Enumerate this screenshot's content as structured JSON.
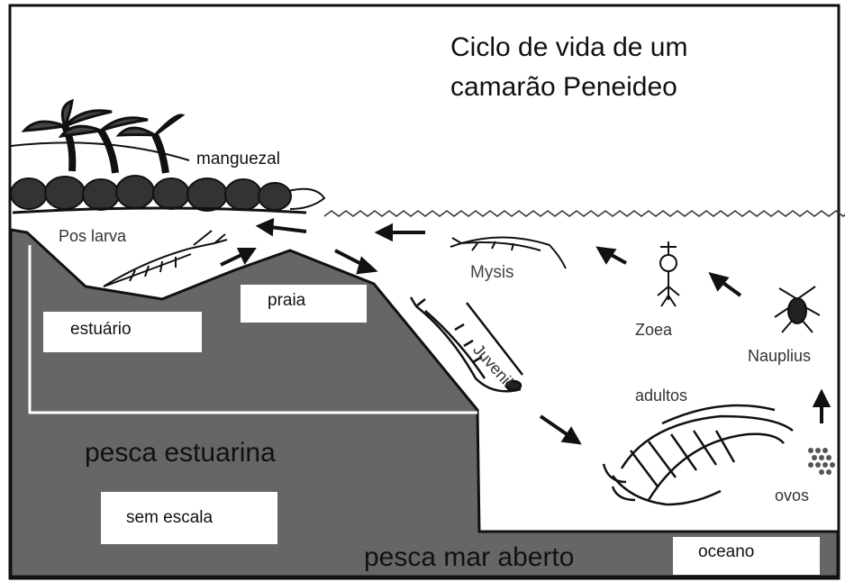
{
  "title": {
    "line1": "Ciclo de vida de um",
    "line2": "camarão Peneideo"
  },
  "stages": {
    "mangrove": "manguezal",
    "postlarva": "Pos larva",
    "mysis": "Mysis",
    "zoea": "Zoea",
    "nauplius": "Nauplius",
    "juvenile": "Juvenil",
    "adults": "adultos",
    "eggs": "ovos"
  },
  "places": {
    "beach": "praia",
    "estuary": "estuário",
    "ocean": "oceano",
    "scale": "sem escala"
  },
  "fisheries": {
    "estuarine": "pesca estuarina",
    "open_sea": "pesca mar aberto"
  },
  "colors": {
    "ground": "#666666",
    "ink": "#111111",
    "paper": "#ffffff"
  }
}
